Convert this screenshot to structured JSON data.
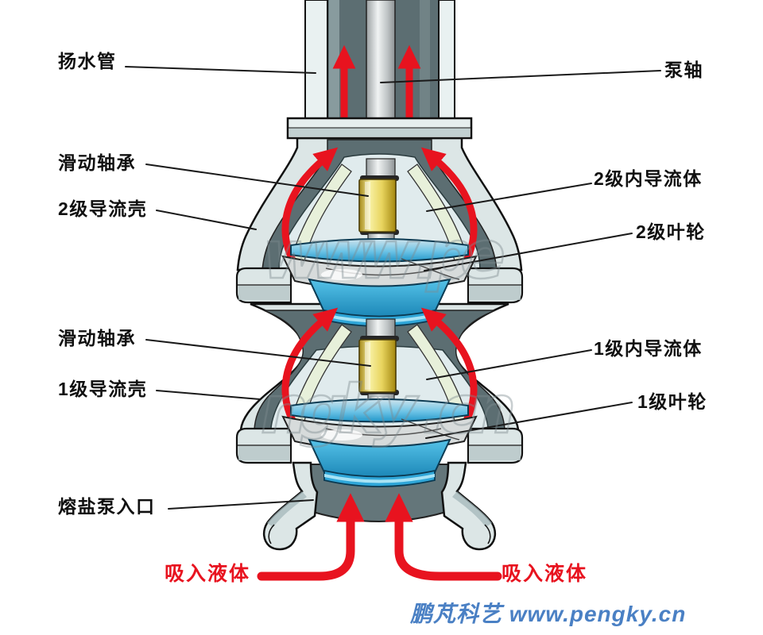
{
  "diagram": {
    "subject": "two-stage vertical molten salt pump cross-section"
  },
  "labels": {
    "riser_pipe": "扬水管",
    "sliding_bearing_upper": "滑动轴承",
    "stage2_diffuser_shell": "2级导流壳",
    "sliding_bearing_lower": "滑动轴承",
    "stage1_diffuser_shell": "1级导流壳",
    "pump_inlet": "熔盐泵入口",
    "pump_shaft": "泵轴",
    "stage2_inner_diffuser": "2级内导流体",
    "stage2_impeller": "2级叶轮",
    "stage1_inner_diffuser": "1级内导流体",
    "stage1_impeller": "1级叶轮",
    "suction_left": "吸入液体",
    "suction_right": "吸入液体"
  },
  "watermark": {
    "center_row1": "www .pe",
    "center_row2": "ngky .cn",
    "credit": "鹏芃科艺 www.pengky.cn"
  },
  "colors": {
    "flow_arrow_red": "#e8131f",
    "bearing_yellow": "#e8d45e",
    "impeller_blue": "#2fa6d8",
    "casing_light": "#dce6e6",
    "interior_dark": "#5c6e72",
    "credit_blue": "#4a80c4"
  }
}
